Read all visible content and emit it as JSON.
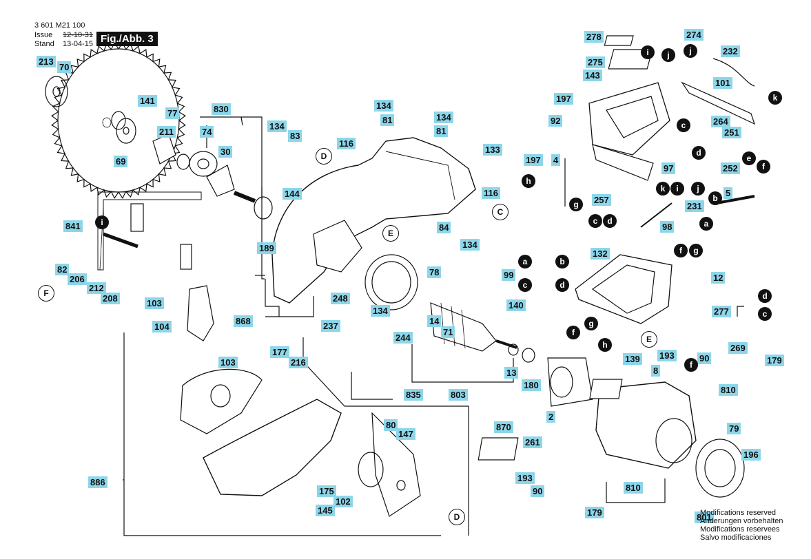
{
  "header": {
    "doc_number": "3 601 M21 100",
    "issue_label": "Issue",
    "issue_value": "12-10-31",
    "stand_label": "Stand",
    "stand_value": "13-04-15",
    "figure_label": "Fig./Abb. 3"
  },
  "notes": [
    "Modifications reserved",
    "Änderungen vorbehalten",
    "Modifications reservees",
    "Salvo modificaciones"
  ],
  "part_labels": [
    "213",
    "70",
    "141",
    "77",
    "830",
    "211",
    "74",
    "30",
    "134",
    "83",
    "69",
    "144",
    "841",
    "189",
    "82",
    "206",
    "212",
    "208",
    "103",
    "104",
    "868",
    "103",
    "886",
    "278",
    "274",
    "275",
    "143",
    "232",
    "197",
    "101",
    "92",
    "134",
    "81",
    "134",
    "81",
    "116",
    "133",
    "197",
    "4",
    "264",
    "251",
    "252",
    "97",
    "116",
    "257",
    "231",
    "5",
    "84",
    "134",
    "98",
    "132",
    "12",
    "78",
    "248",
    "14",
    "71",
    "140",
    "99",
    "237",
    "244",
    "177",
    "216",
    "835",
    "803",
    "13",
    "180",
    "139",
    "193",
    "90",
    "277",
    "269",
    "179",
    "8",
    "810",
    "870",
    "261",
    "79",
    "196",
    "80",
    "147",
    "175",
    "102",
    "145",
    "193",
    "90",
    "810",
    "179",
    "801",
    "134",
    "2"
  ],
  "callout_letters": [
    "i",
    "j",
    "j",
    "k",
    "c",
    "d",
    "e",
    "f",
    "h",
    "g",
    "k",
    "i",
    "j",
    "b",
    "a",
    "c",
    "d",
    "f",
    "g",
    "a",
    "b",
    "c",
    "d",
    "d",
    "c",
    "f",
    "f",
    "g",
    "h",
    "i"
  ],
  "reference_letters": [
    "D",
    "C",
    "E",
    "F",
    "E",
    "D"
  ]
}
